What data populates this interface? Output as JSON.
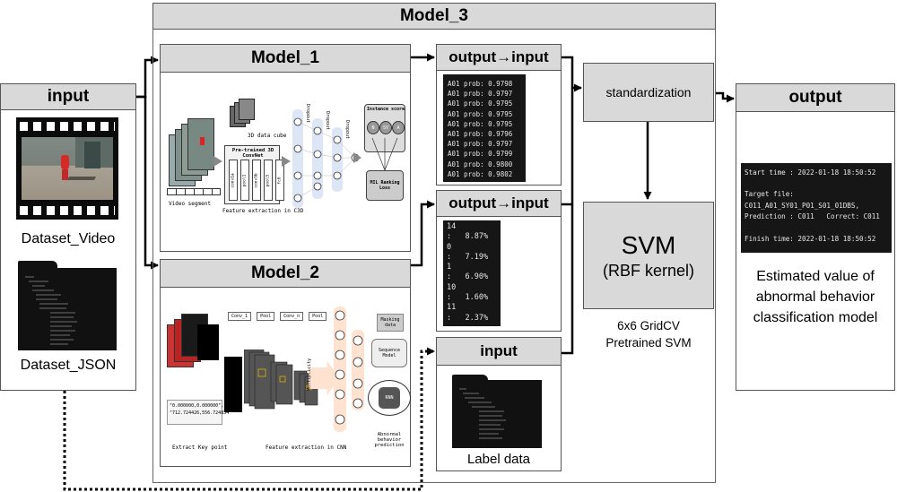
{
  "model3": {
    "title": "Model_3"
  },
  "input_panel": {
    "title": "input",
    "video_label": "Dataset_Video",
    "json_label": "Dataset_JSON"
  },
  "model1": {
    "title": "Model_1",
    "data_cube_label": "3D data cube",
    "convnet_label": "Pre-trained 3D ConvNet",
    "layers": [
      "conv1a",
      "pool1",
      "conv5b",
      "pool5",
      "fc6"
    ],
    "video_segment_label": "Video segment",
    "feature_label": "Feature extraction in C3D",
    "dropout_labels": [
      "Dropout",
      "Dropout",
      "Dropout"
    ],
    "instance_score_label": "Instance score",
    "score_nodes": [
      "N",
      "SY",
      "A"
    ],
    "loss_label": "MIL Ranking Loss"
  },
  "model2": {
    "title": "Model_2",
    "keypoint_values": [
      "\"0.000000,0.000000\",",
      "\"712.724426,556.724854\""
    ],
    "extract_label": "Extract Key point",
    "cnn_blocks": [
      "Conv_1",
      "Pool",
      "Conv_n",
      "Pool"
    ],
    "feature_label": "Feature extraction in CNN",
    "multiplicity_label": "Multiplicity",
    "masking_label": "Masking data",
    "sequence_label": "Sequence Model",
    "rnn_label": "RNN",
    "prediction_label": "Abnormal behavior prediction"
  },
  "out1": {
    "title": "output→input",
    "lines": [
      "A01 prob: 0.9798",
      "A01 prob: 0.9797",
      "A01 prob: 0.9795",
      "A01 prob: 0.9795",
      "A01 prob: 0.9795",
      "A01 prob: 0.9796",
      "A01 prob: 0.9797",
      "A01 prob: 0.9799",
      "A01 prob: 0.9800",
      "A01 prob: 0.9802"
    ]
  },
  "out2": {
    "title": "output→input",
    "lines": [
      "14",
      ":   8.87%",
      "0",
      ":   7.19%",
      "1",
      ":   6.90%",
      "10",
      ":   1.60%",
      "11",
      ":   2.37%"
    ]
  },
  "label_input": {
    "title": "input",
    "caption": "Label data"
  },
  "standardization": {
    "label": "standardization"
  },
  "svm": {
    "title": "SVM",
    "subtitle": "(RBF kernel)",
    "note1": "6x6 GridCV",
    "note2": "Pretrained SVM"
  },
  "output_panel": {
    "title": "output",
    "terminal": [
      "Start time : 2022-01-18 18:50:52",
      "",
      "Target file:",
      "C011_A01_SY01_P01_S01_01DBS,",
      "Prediction : C011   Correct: C011",
      "",
      "Finish time: 2022-01-18 18:50:52"
    ],
    "caption": "Estimated value of abnormal behavior classification model"
  },
  "colors": {
    "header": "#d9d9d9",
    "border": "#555555",
    "terminal": "#161616",
    "node": "#dde6f5"
  }
}
